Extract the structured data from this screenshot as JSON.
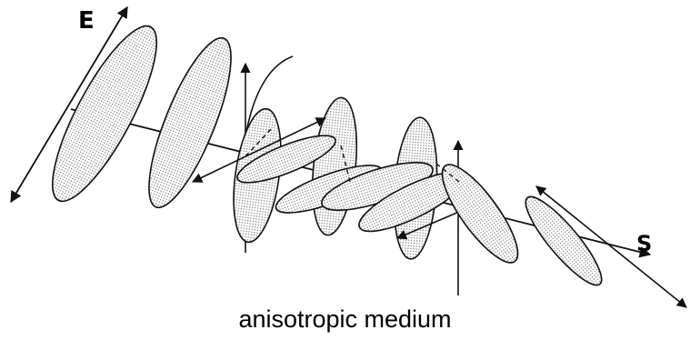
{
  "labels": {
    "field_vector": "E",
    "propagation_vector": "S",
    "caption": "anisotropic medium"
  },
  "colors": {
    "ink": "#111111",
    "lobe_fill": "#d9d9d9",
    "background": "#ffffff"
  }
}
